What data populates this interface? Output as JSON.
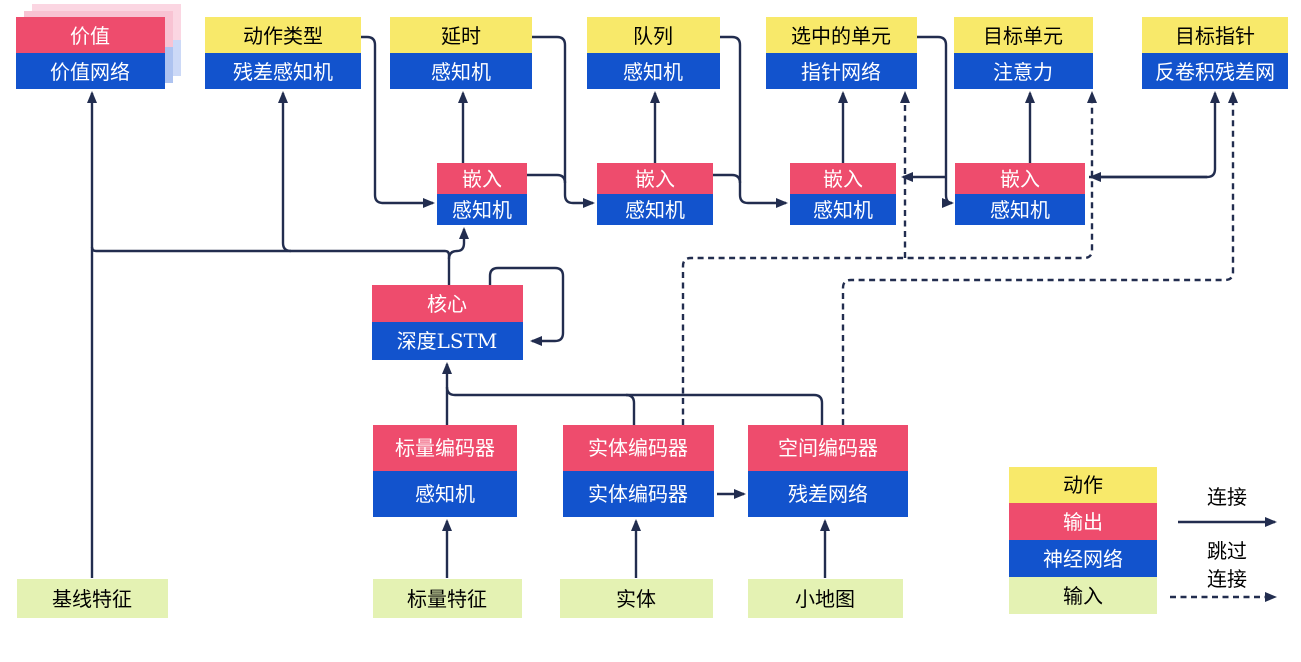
{
  "nodes": {
    "value": {
      "top": "价值",
      "bottom": "价值网络"
    },
    "action_type": {
      "top": "动作类型",
      "bottom": "残差感知机"
    },
    "delay": {
      "top": "延时",
      "bottom": "感知机"
    },
    "queue": {
      "top": "队列",
      "bottom": "感知机"
    },
    "selected_units": {
      "top": "选中的单元",
      "bottom": "指针网络"
    },
    "target_unit": {
      "top": "目标单元",
      "bottom": "注意力"
    },
    "target_point": {
      "top": "目标指针",
      "bottom": "反卷积残差网"
    },
    "embed1": {
      "top": "嵌入",
      "bottom": "感知机"
    },
    "embed2": {
      "top": "嵌入",
      "bottom": "感知机"
    },
    "embed3": {
      "top": "嵌入",
      "bottom": "感知机"
    },
    "embed4": {
      "top": "嵌入",
      "bottom": "感知机"
    },
    "core": {
      "top": "核心",
      "bottom": "深度LSTM"
    },
    "scalar_encoder": {
      "top": "标量编码器",
      "bottom": "感知机"
    },
    "entity_encoder": {
      "top": "实体编码器",
      "bottom": "实体编码器"
    },
    "spatial_encoder": {
      "top": "空间编码器",
      "bottom": "残差网络"
    },
    "baseline_features": {
      "label": "基线特征"
    },
    "scalar_features": {
      "label": "标量特征"
    },
    "entities": {
      "label": "实体"
    },
    "minimap": {
      "label": "小地图"
    }
  },
  "legend": {
    "action": "动作",
    "output": "输出",
    "network": "神经网络",
    "input": "输入",
    "connection": "连接",
    "skip_line1": "跳过",
    "skip_line2": "连接"
  },
  "colors": {
    "action_yellow": "#f8e96a",
    "output_red": "#ee4c6d",
    "network_blue": "#1253cd",
    "input_green": "#e4f2b3",
    "line_navy": "#222d4f",
    "shadow_pink": "#f8c3d3",
    "shadow_blue": "#aec3f0"
  }
}
